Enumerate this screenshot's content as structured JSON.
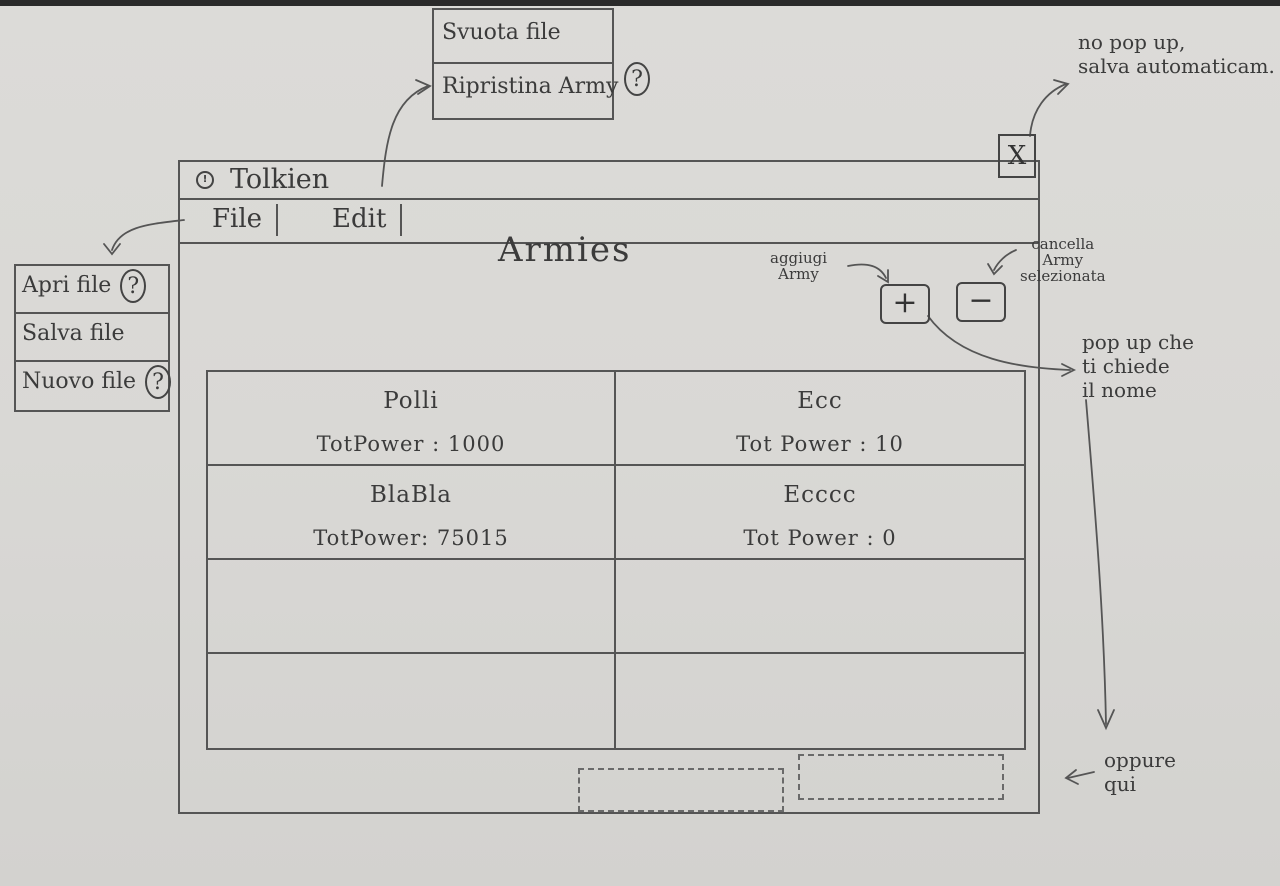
{
  "window": {
    "title": "Tolkien",
    "close_label": "X",
    "menus": {
      "file": "File",
      "edit": "Edit"
    },
    "heading": "Armies",
    "add_button": "+",
    "remove_button": "−"
  },
  "armies": [
    {
      "name": "Polli",
      "power": "TotPower : 1000"
    },
    {
      "name": "Ecc",
      "power": "Tot Power : 10"
    },
    {
      "name": "BlaBla",
      "power": "TotPower: 75015"
    },
    {
      "name": "Ecccc",
      "power": "Tot Power : 0"
    },
    {
      "name": "",
      "power": ""
    },
    {
      "name": "",
      "power": ""
    },
    {
      "name": "",
      "power": ""
    },
    {
      "name": "",
      "power": ""
    }
  ],
  "edit_menu": {
    "items": [
      "Svuota file",
      "Ripristina Army"
    ],
    "help": "?"
  },
  "file_menu": {
    "items": [
      "Apri file",
      "Salva file",
      "Nuovo file"
    ],
    "help": "?"
  },
  "notes": {
    "autosave": "no pop up,\nsalva automaticam.",
    "add": "aggiugi\nArmy",
    "remove": "cancella\nArmy\nselezionata",
    "popup": "pop up che\nti chiede\nil nome",
    "oppure": "oppure\nqui"
  }
}
